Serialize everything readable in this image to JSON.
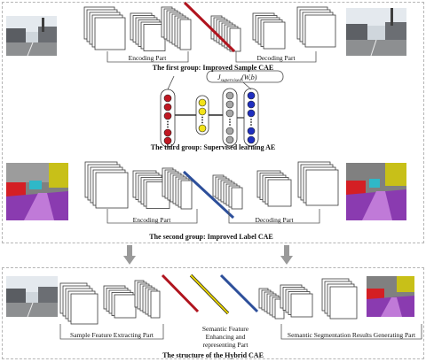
{
  "groups": {
    "first": {
      "caption": "The first group: Improved Sample  CAE",
      "encoding": "Encoding Part",
      "decoding": "Decoding Part"
    },
    "third": {
      "caption": "The third group: Supervised learning AE",
      "formula_main": "J",
      "formula_sub": "supervised",
      "formula_args": "(W,b)"
    },
    "second": {
      "caption": "The second group: Improved Label  CAE",
      "encoding": "Encoding Part",
      "decoding": "Decoding Part"
    },
    "hybrid": {
      "caption": "The structure of the Hybrid CAE",
      "left_part": "Sample Feature Extracting Part",
      "middle_lines": [
        "Semantic Feature",
        "Enhancing and",
        "representing Part"
      ],
      "right_part": "Semantic Segmentation Results Generating Part"
    }
  },
  "colors": {
    "red_stroke": "#b0141e",
    "blue_stroke": "#2d4f9a",
    "yellow_stroke": "#e6d200",
    "node_red": "#c01822",
    "node_yellow": "#f2e21a",
    "node_gray": "#a6a6a6",
    "node_blue": "#1f2fc0",
    "arrow_gray": "#9a9a9a",
    "label_purple": "#8a3bb0",
    "label_yellow": "#c8c018",
    "label_red": "#d41f24"
  }
}
